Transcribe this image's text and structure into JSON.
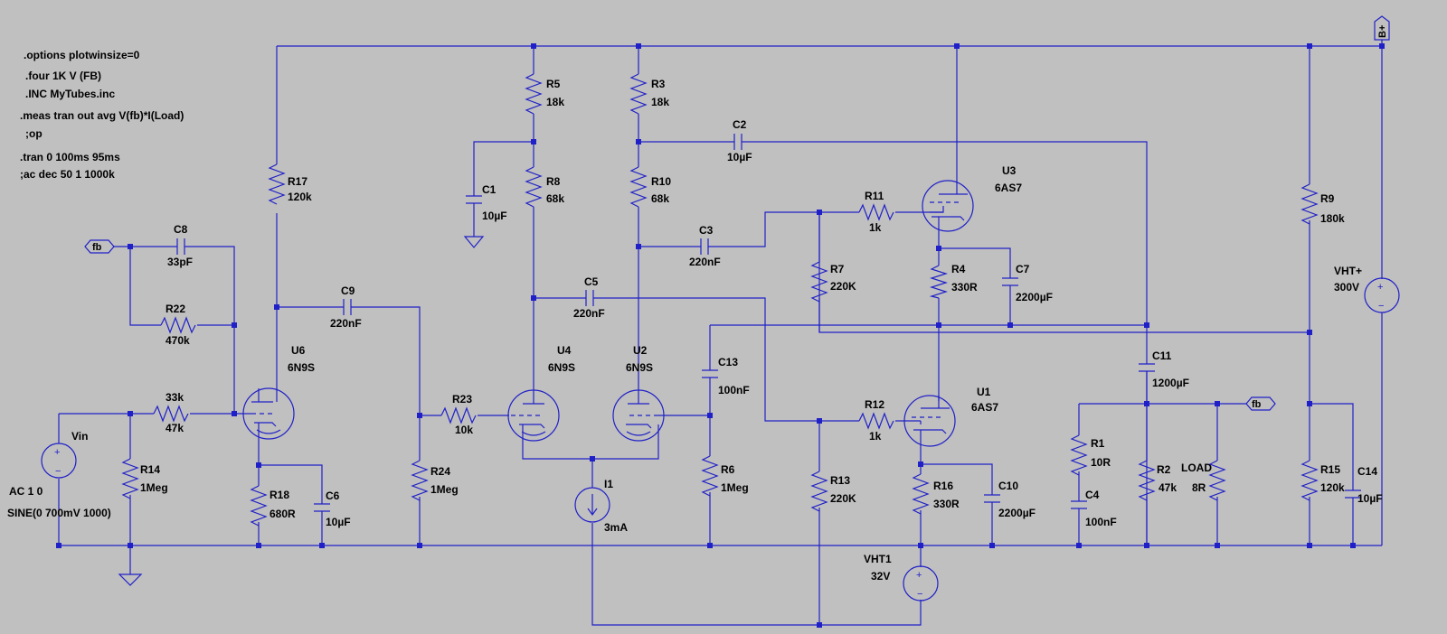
{
  "directives": [
    ".options plotwinsize=0",
    ".four 1K V (FB)",
    ".INC MyTubes.inc",
    ".meas tran out avg V(fb)*I(Load)",
    ";op",
    ".tran 0 100ms 95ms",
    ";ac dec 50 1 1000k"
  ],
  "net_labels": {
    "fb_left": "fb",
    "fb_right": "fb",
    "bplus": "B+"
  },
  "resistors": {
    "R17": {
      "name": "R17",
      "value": "120k"
    },
    "R5": {
      "name": "R5",
      "value": "18k"
    },
    "R3": {
      "name": "R3",
      "value": "18k"
    },
    "R8": {
      "name": "R8",
      "value": "68k"
    },
    "R10": {
      "name": "R10",
      "value": "68k"
    },
    "R11": {
      "name": "R11",
      "value": "1k"
    },
    "R7": {
      "name": "R7",
      "value": "220K"
    },
    "R4": {
      "name": "R4",
      "value": "330R"
    },
    "R9": {
      "name": "R9",
      "value": "180k"
    },
    "R22": {
      "name": "R22",
      "value": "470k"
    },
    "Rin": {
      "name": "33k",
      "value": "47k"
    },
    "R23": {
      "name": "R23",
      "value": "10k"
    },
    "R12": {
      "name": "R12",
      "value": "1k"
    },
    "R14": {
      "name": "R14",
      "value": "1Meg"
    },
    "R18": {
      "name": "R18",
      "value": "680R"
    },
    "R24": {
      "name": "R24",
      "value": "1Meg"
    },
    "R6": {
      "name": "R6",
      "value": "1Meg"
    },
    "R13": {
      "name": "R13",
      "value": "220K"
    },
    "R16": {
      "name": "R16",
      "value": "330R"
    },
    "R1": {
      "name": "R1",
      "value": "10R"
    },
    "R2": {
      "name": "R2",
      "value": "47k"
    },
    "LOAD": {
      "name": "LOAD",
      "value": "8R"
    },
    "R15": {
      "name": "R15",
      "value": "120k"
    }
  },
  "capacitors": {
    "C8": {
      "name": "C8",
      "value": "33pF"
    },
    "C1": {
      "name": "C1",
      "value": "10µF"
    },
    "C2": {
      "name": "C2",
      "value": "10µF"
    },
    "C3": {
      "name": "C3",
      "value": "220nF"
    },
    "C7": {
      "name": "C7",
      "value": "2200µF"
    },
    "C9": {
      "name": "C9",
      "value": "220nF"
    },
    "C5": {
      "name": "C5",
      "value": "220nF"
    },
    "C13": {
      "name": "C13",
      "value": "100nF"
    },
    "C11": {
      "name": "C11",
      "value": "1200µF"
    },
    "C6": {
      "name": "C6",
      "value": "10µF"
    },
    "C10": {
      "name": "C10",
      "value": "2200µF"
    },
    "C4": {
      "name": "C4",
      "value": "100nF"
    },
    "C14": {
      "name": "C14",
      "value": "10µF"
    }
  },
  "tubes": {
    "U6": {
      "name": "U6",
      "model": "6N9S"
    },
    "U4": {
      "name": "U4",
      "model": "6N9S"
    },
    "U2": {
      "name": "U2",
      "model": "6N9S"
    },
    "U3": {
      "name": "U3",
      "model": "6AS7"
    },
    "U1": {
      "name": "U1",
      "model": "6AS7"
    }
  },
  "sources": {
    "Vin": {
      "name": "Vin",
      "value": "AC 1 0",
      "value2": "SINE(0 700mV 1000)"
    },
    "VHTp": {
      "name": "VHT+",
      "value": "300V"
    },
    "VHT1": {
      "name": "VHT1",
      "value": "32V"
    },
    "I1": {
      "name": "I1",
      "value": "3mA"
    }
  },
  "colors": {
    "wire": "#2020c8",
    "background": "#c0c0c0",
    "text": "#000000"
  }
}
